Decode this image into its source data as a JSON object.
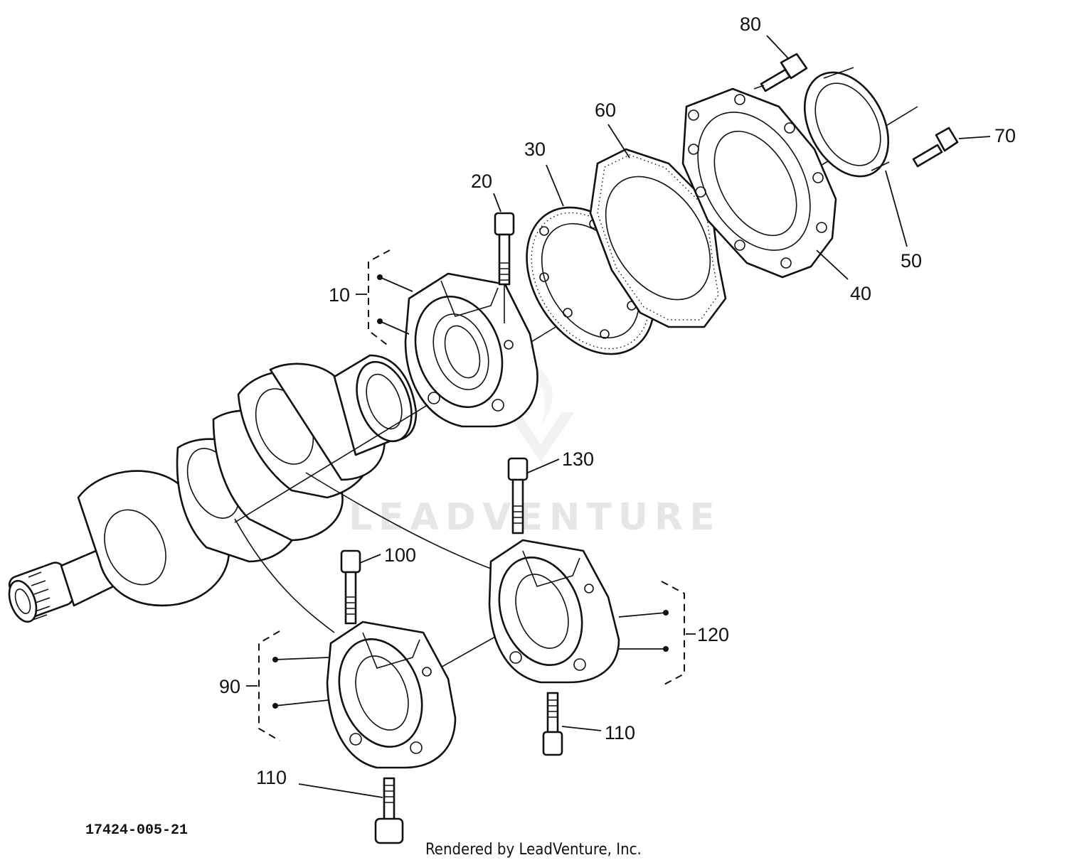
{
  "callouts": [
    {
      "id": "10",
      "label": "10"
    },
    {
      "id": "20",
      "label": "20"
    },
    {
      "id": "30",
      "label": "30"
    },
    {
      "id": "40",
      "label": "40"
    },
    {
      "id": "50",
      "label": "50"
    },
    {
      "id": "60",
      "label": "60"
    },
    {
      "id": "70",
      "label": "70"
    },
    {
      "id": "80",
      "label": "80"
    },
    {
      "id": "90",
      "label": "90"
    },
    {
      "id": "100",
      "label": "100"
    },
    {
      "id": "110a",
      "label": "110"
    },
    {
      "id": "110b",
      "label": "110"
    },
    {
      "id": "120",
      "label": "120"
    },
    {
      "id": "130",
      "label": "130"
    }
  ],
  "figure_id": "17424-005-21",
  "watermark": "LEADVENTURE",
  "credit": "Rendered by LeadVenture, Inc."
}
